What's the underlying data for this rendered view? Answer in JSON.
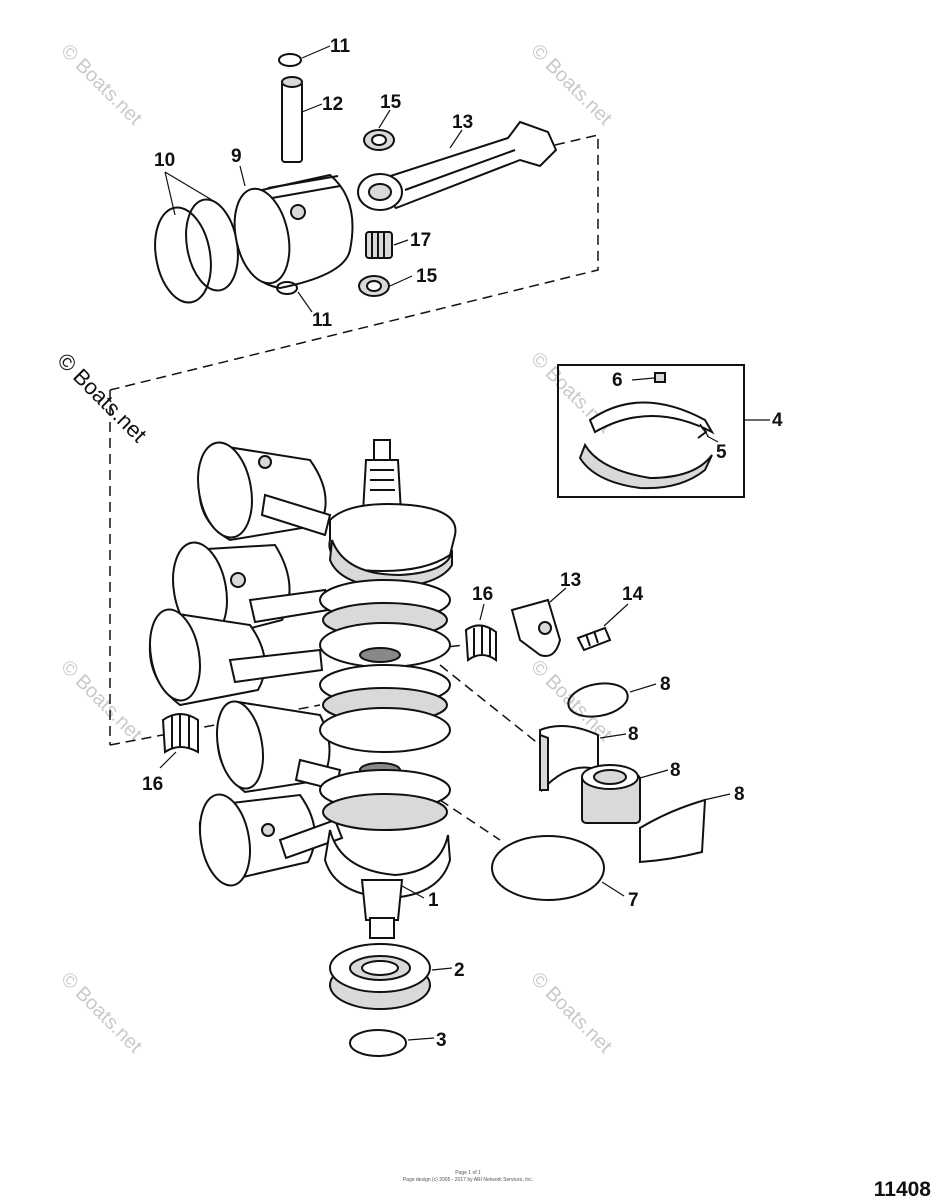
{
  "callouts": [
    {
      "id": "c-11a",
      "label": "11"
    },
    {
      "id": "c-12",
      "label": "12"
    },
    {
      "id": "c-15a",
      "label": "15"
    },
    {
      "id": "c-13a",
      "label": "13"
    },
    {
      "id": "c-10",
      "label": "10"
    },
    {
      "id": "c-9",
      "label": "9"
    },
    {
      "id": "c-17",
      "label": "17"
    },
    {
      "id": "c-15b",
      "label": "15"
    },
    {
      "id": "c-11b",
      "label": "11"
    },
    {
      "id": "c-6",
      "label": "6"
    },
    {
      "id": "c-4",
      "label": "4"
    },
    {
      "id": "c-5",
      "label": "5"
    },
    {
      "id": "c-16a",
      "label": "16"
    },
    {
      "id": "c-13b",
      "label": "13"
    },
    {
      "id": "c-14",
      "label": "14"
    },
    {
      "id": "c-8a",
      "label": "8"
    },
    {
      "id": "c-8b",
      "label": "8"
    },
    {
      "id": "c-8c",
      "label": "8"
    },
    {
      "id": "c-8d",
      "label": "8"
    },
    {
      "id": "c-16b",
      "label": "16"
    },
    {
      "id": "c-1",
      "label": "1"
    },
    {
      "id": "c-7",
      "label": "7"
    },
    {
      "id": "c-2",
      "label": "2"
    },
    {
      "id": "c-3",
      "label": "3"
    }
  ],
  "watermark": {
    "text": "© Boats.net",
    "main_text": "© Boats.net"
  },
  "footer": {
    "line1": "Page 1 of 1",
    "line2": "Page design (c) 2005 - 2017 by ARI Network Services, Inc."
  },
  "diagram_code": "11408"
}
